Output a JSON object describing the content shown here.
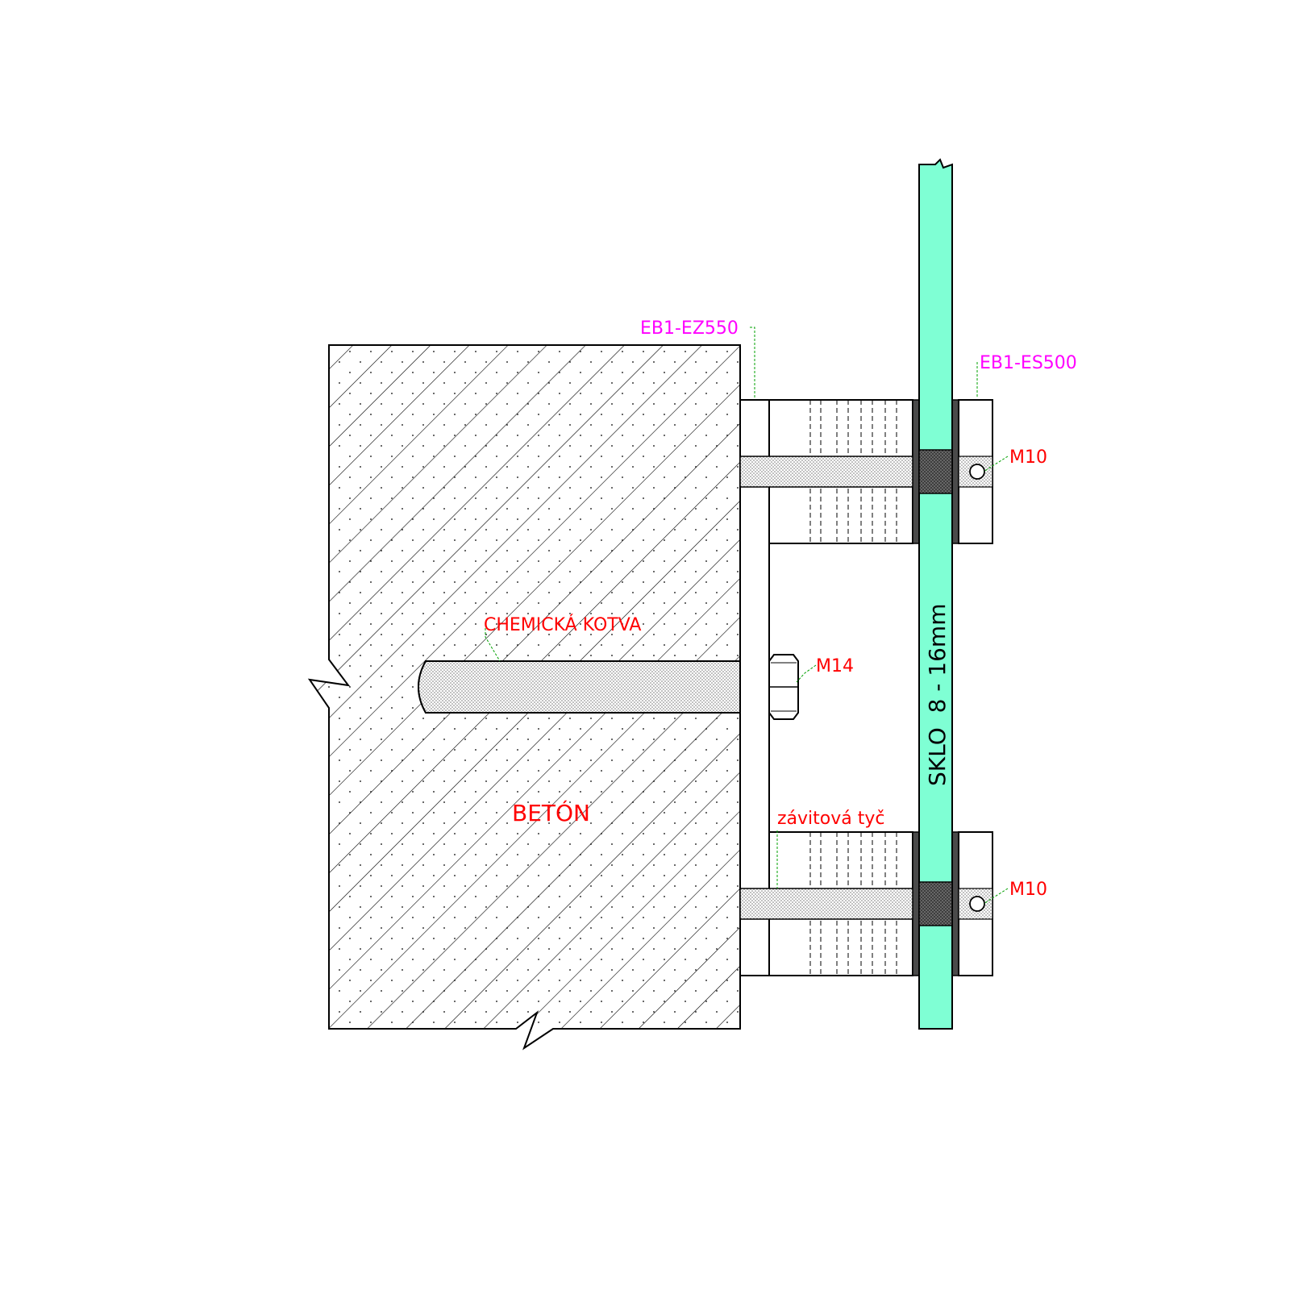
{
  "labels": {
    "eb1_ez550": "EB1-EZ550",
    "eb1_es500": "EB1-ES500",
    "m10_top": "M10",
    "m10_bottom": "M10",
    "m14": "M14",
    "chemicka_kotva": "CHEMICKÁ KOTVA",
    "beton": "BETÓN",
    "zavitova_tyc": "závitová tyč",
    "sklo": "SKLO  8 - 16mm"
  },
  "colors": {
    "glass": "#7fffd4",
    "part_label": "#ff00ff",
    "note_label": "#ff0000",
    "leader": "#00a000",
    "line": "#000000",
    "gasket": "#555555"
  }
}
